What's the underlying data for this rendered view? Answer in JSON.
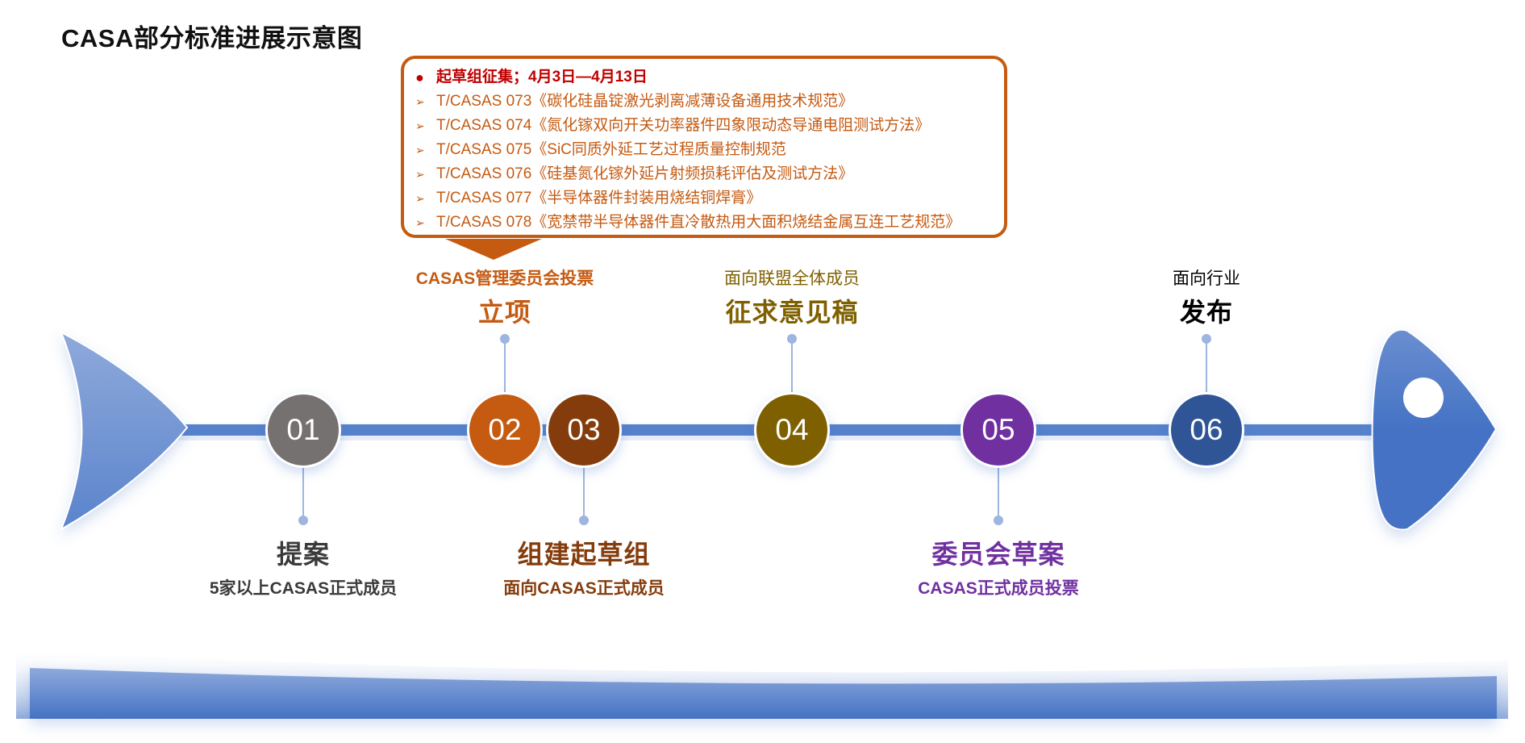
{
  "title": "CASA部分标准进展示意图",
  "callout": {
    "header": "起草组征集；4月3日—4月13日",
    "header_icon": "filled-circle-bullet",
    "item_icon": "arrowhead-bullet",
    "items": [
      "T/CASAS 073《碳化硅晶锭激光剥离减薄设备通用技术规范》",
      "T/CASAS 074《氮化镓双向开关功率器件四象限动态导通电阻测试方法》",
      "T/CASAS 075《SiC同质外延工艺过程质量控制规范",
      "T/CASAS 076《硅基氮化镓外延片射频损耗评估及测试方法》",
      "T/CASAS 077《半导体器件封装用烧结铜焊膏》",
      "T/CASAS 078《宽禁带半导体器件直冷散热用大面积烧结金属互连工艺规范》"
    ],
    "color": "#C55A11",
    "header_color": "#C00000"
  },
  "steps": [
    {
      "number": "01",
      "title": "提案",
      "subtitle": "5家以上CASAS正式成员",
      "position": "below",
      "color": "#767171",
      "text_color": "#3A3A3A"
    },
    {
      "number": "02",
      "title": "立项",
      "subtitle": "CASAS管理委员会投票",
      "position": "above",
      "color": "#C55A11",
      "text_color": "#C55A11"
    },
    {
      "number": "03",
      "title": "组建起草组",
      "subtitle": "面向CASAS正式成员",
      "position": "below",
      "color": "#843C0C",
      "text_color": "#843C0C"
    },
    {
      "number": "04",
      "title": "征求意见稿",
      "subtitle": "面向联盟全体成员",
      "position": "above",
      "color": "#7F6000",
      "text_color": "#7F6000"
    },
    {
      "number": "05",
      "title": "委员会草案",
      "subtitle": "CASAS正式成员投票",
      "position": "below",
      "color": "#7030A0",
      "text_color": "#7030A0"
    },
    {
      "number": "06",
      "title": "发布",
      "subtitle": "面向行业",
      "position": "above",
      "color": "#2F5597",
      "text_color": "#000000"
    }
  ],
  "colors": {
    "axis": "#4F7FCB",
    "stem": "#9DB5DF",
    "fish_light": "#8EA9DB",
    "fish_dark": "#4472C4"
  }
}
